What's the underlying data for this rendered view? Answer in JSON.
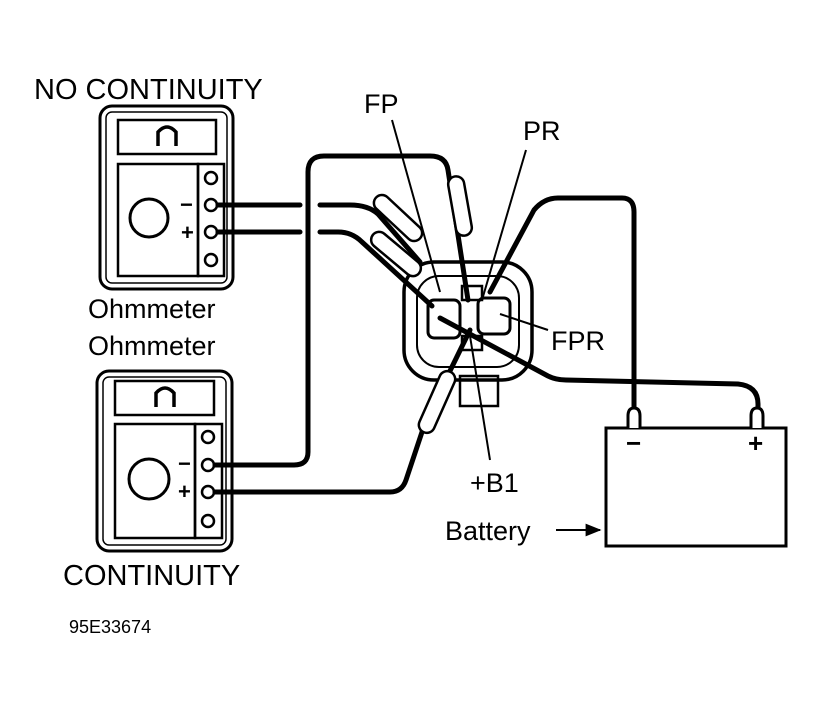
{
  "labels": {
    "no_continuity": "NO CONTINUITY",
    "continuity": "CONTINUITY",
    "ohmmeter_top": "Ohmmeter",
    "ohmmeter_bottom": "Ohmmeter",
    "fp": "FP",
    "pr": "PR",
    "fpr": "FPR",
    "b1": "+B1",
    "battery": "Battery",
    "figure_id": "95E33674"
  },
  "meter_symbol": "ohm-symbol",
  "signs": {
    "minus": "−",
    "plus": "+"
  },
  "colors": {
    "ink": "#000000",
    "paper": "#ffffff"
  }
}
